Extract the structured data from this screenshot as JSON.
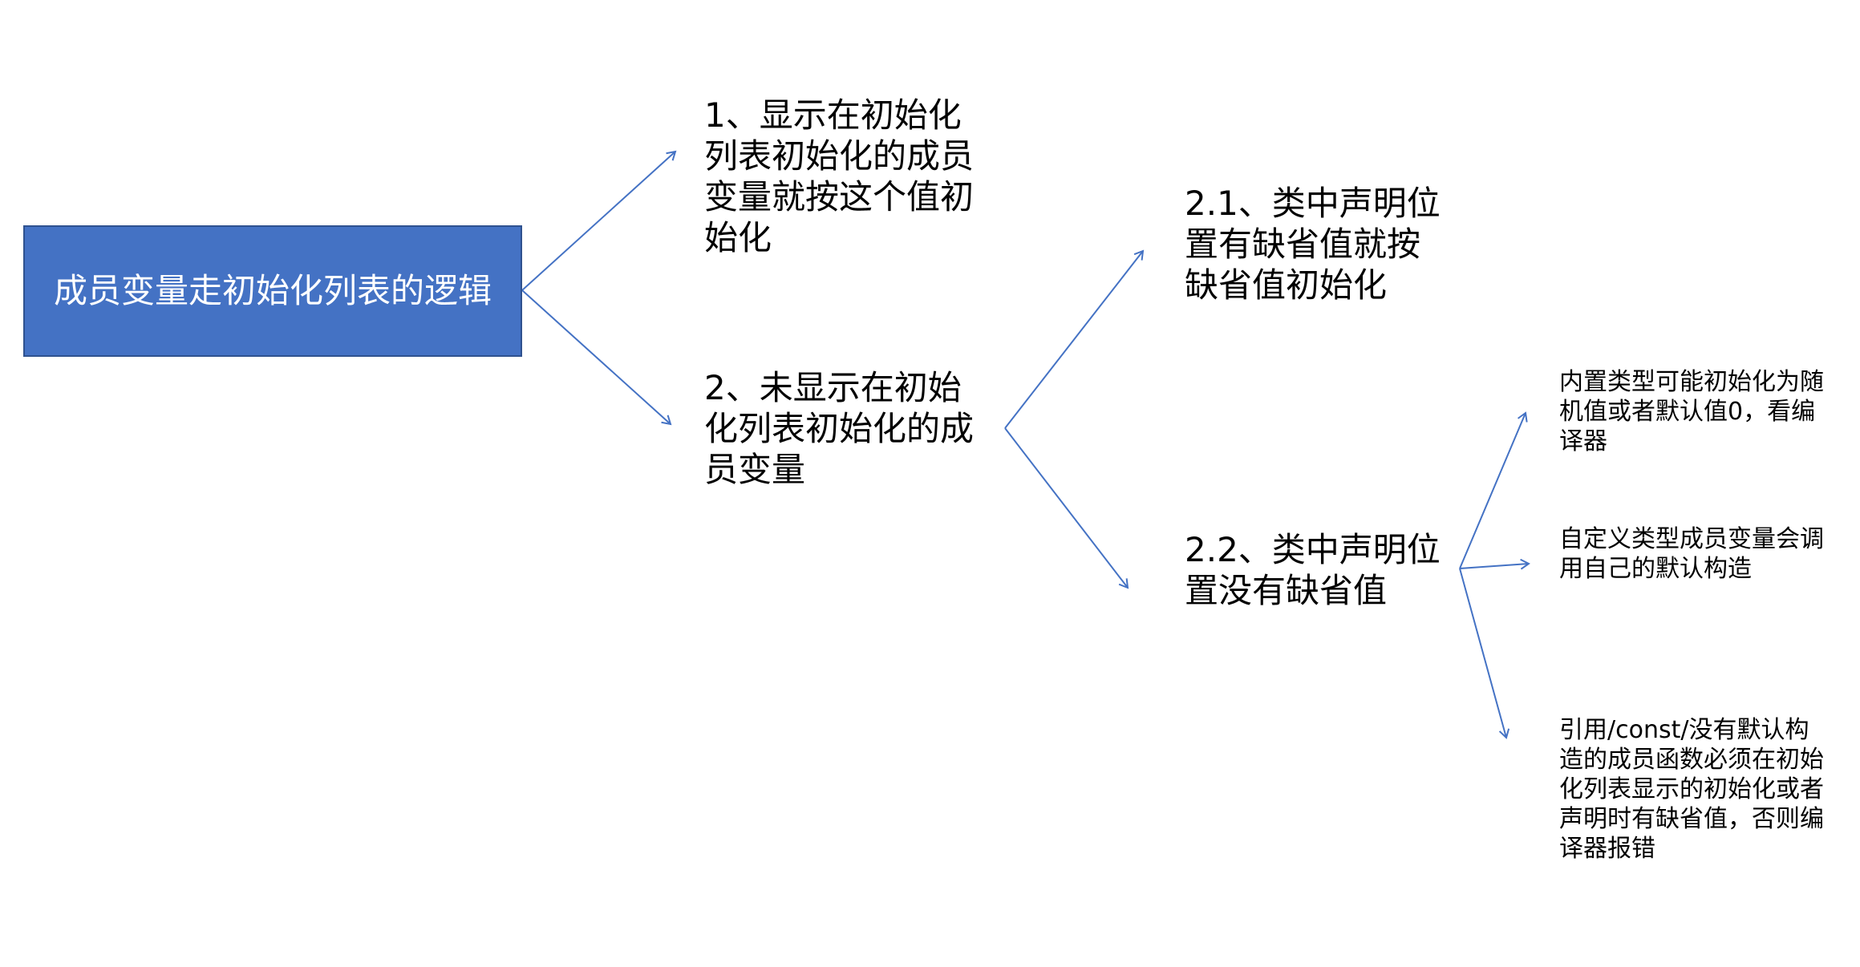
{
  "diagram": {
    "accent_color": "#4472C4",
    "line_color": "#4472C4",
    "root": {
      "label": "成员变量走初始化列表的逻辑"
    },
    "branch1": {
      "label": "1、显示在初始化列表初始化的成员变量就按这个值初始化"
    },
    "branch2": {
      "label": "2、未显示在初始化列表初始化的成员变量"
    },
    "branch2_1": {
      "label": "2.1、类中声明位置有缺省值就按缺省值初始化"
    },
    "branch2_2": {
      "label": "2.2、类中声明位置没有缺省值"
    },
    "leaf1": {
      "label": "内置类型可能初始化为随机值或者默认值0，看编译器"
    },
    "leaf2": {
      "label": "自定义类型成员变量会调用自己的默认构造"
    },
    "leaf3": {
      "label": "引用/const/没有默认构造的成员函数必须在初始化列表显示的初始化或者声明时有缺省值，否则编译器报错"
    }
  }
}
